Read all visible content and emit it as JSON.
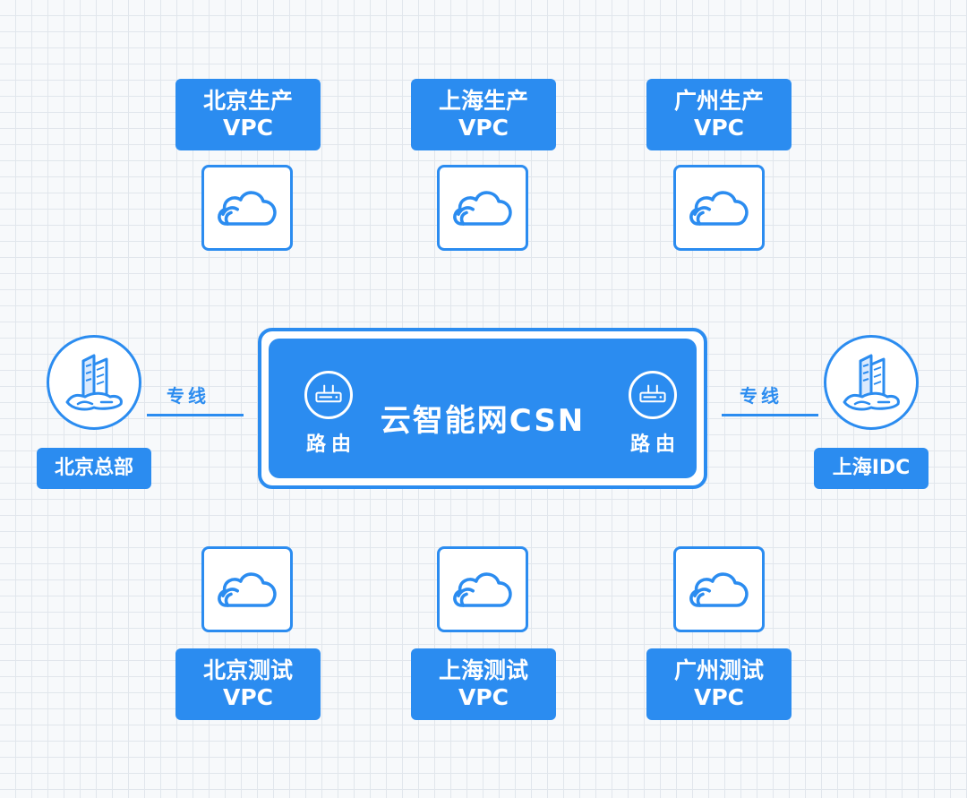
{
  "colors": {
    "accent": "#2b8cf0",
    "grid": "#e1e6ec",
    "background": "#f7f9fb"
  },
  "top_vpcs": [
    {
      "line1": "北京生产",
      "line2": "VPC",
      "icon": "cloud-icon"
    },
    {
      "line1": "上海生产",
      "line2": "VPC",
      "icon": "cloud-icon"
    },
    {
      "line1": "广州生产",
      "line2": "VPC",
      "icon": "cloud-icon"
    }
  ],
  "bottom_vpcs": [
    {
      "line1": "北京测试",
      "line2": "VPC",
      "icon": "cloud-icon"
    },
    {
      "line1": "上海测试",
      "line2": "VPC",
      "icon": "cloud-icon"
    },
    {
      "line1": "广州测试",
      "line2": "VPC",
      "icon": "cloud-icon"
    }
  ],
  "csn": {
    "title": "云智能网CSN",
    "left_router": {
      "label": "路由",
      "icon": "router-icon"
    },
    "right_router": {
      "label": "路由",
      "icon": "router-icon"
    }
  },
  "left_site": {
    "label": "北京总部",
    "link": "专线",
    "icon": "building-icon"
  },
  "right_site": {
    "label": "上海IDC",
    "link": "专线",
    "icon": "building-icon"
  }
}
